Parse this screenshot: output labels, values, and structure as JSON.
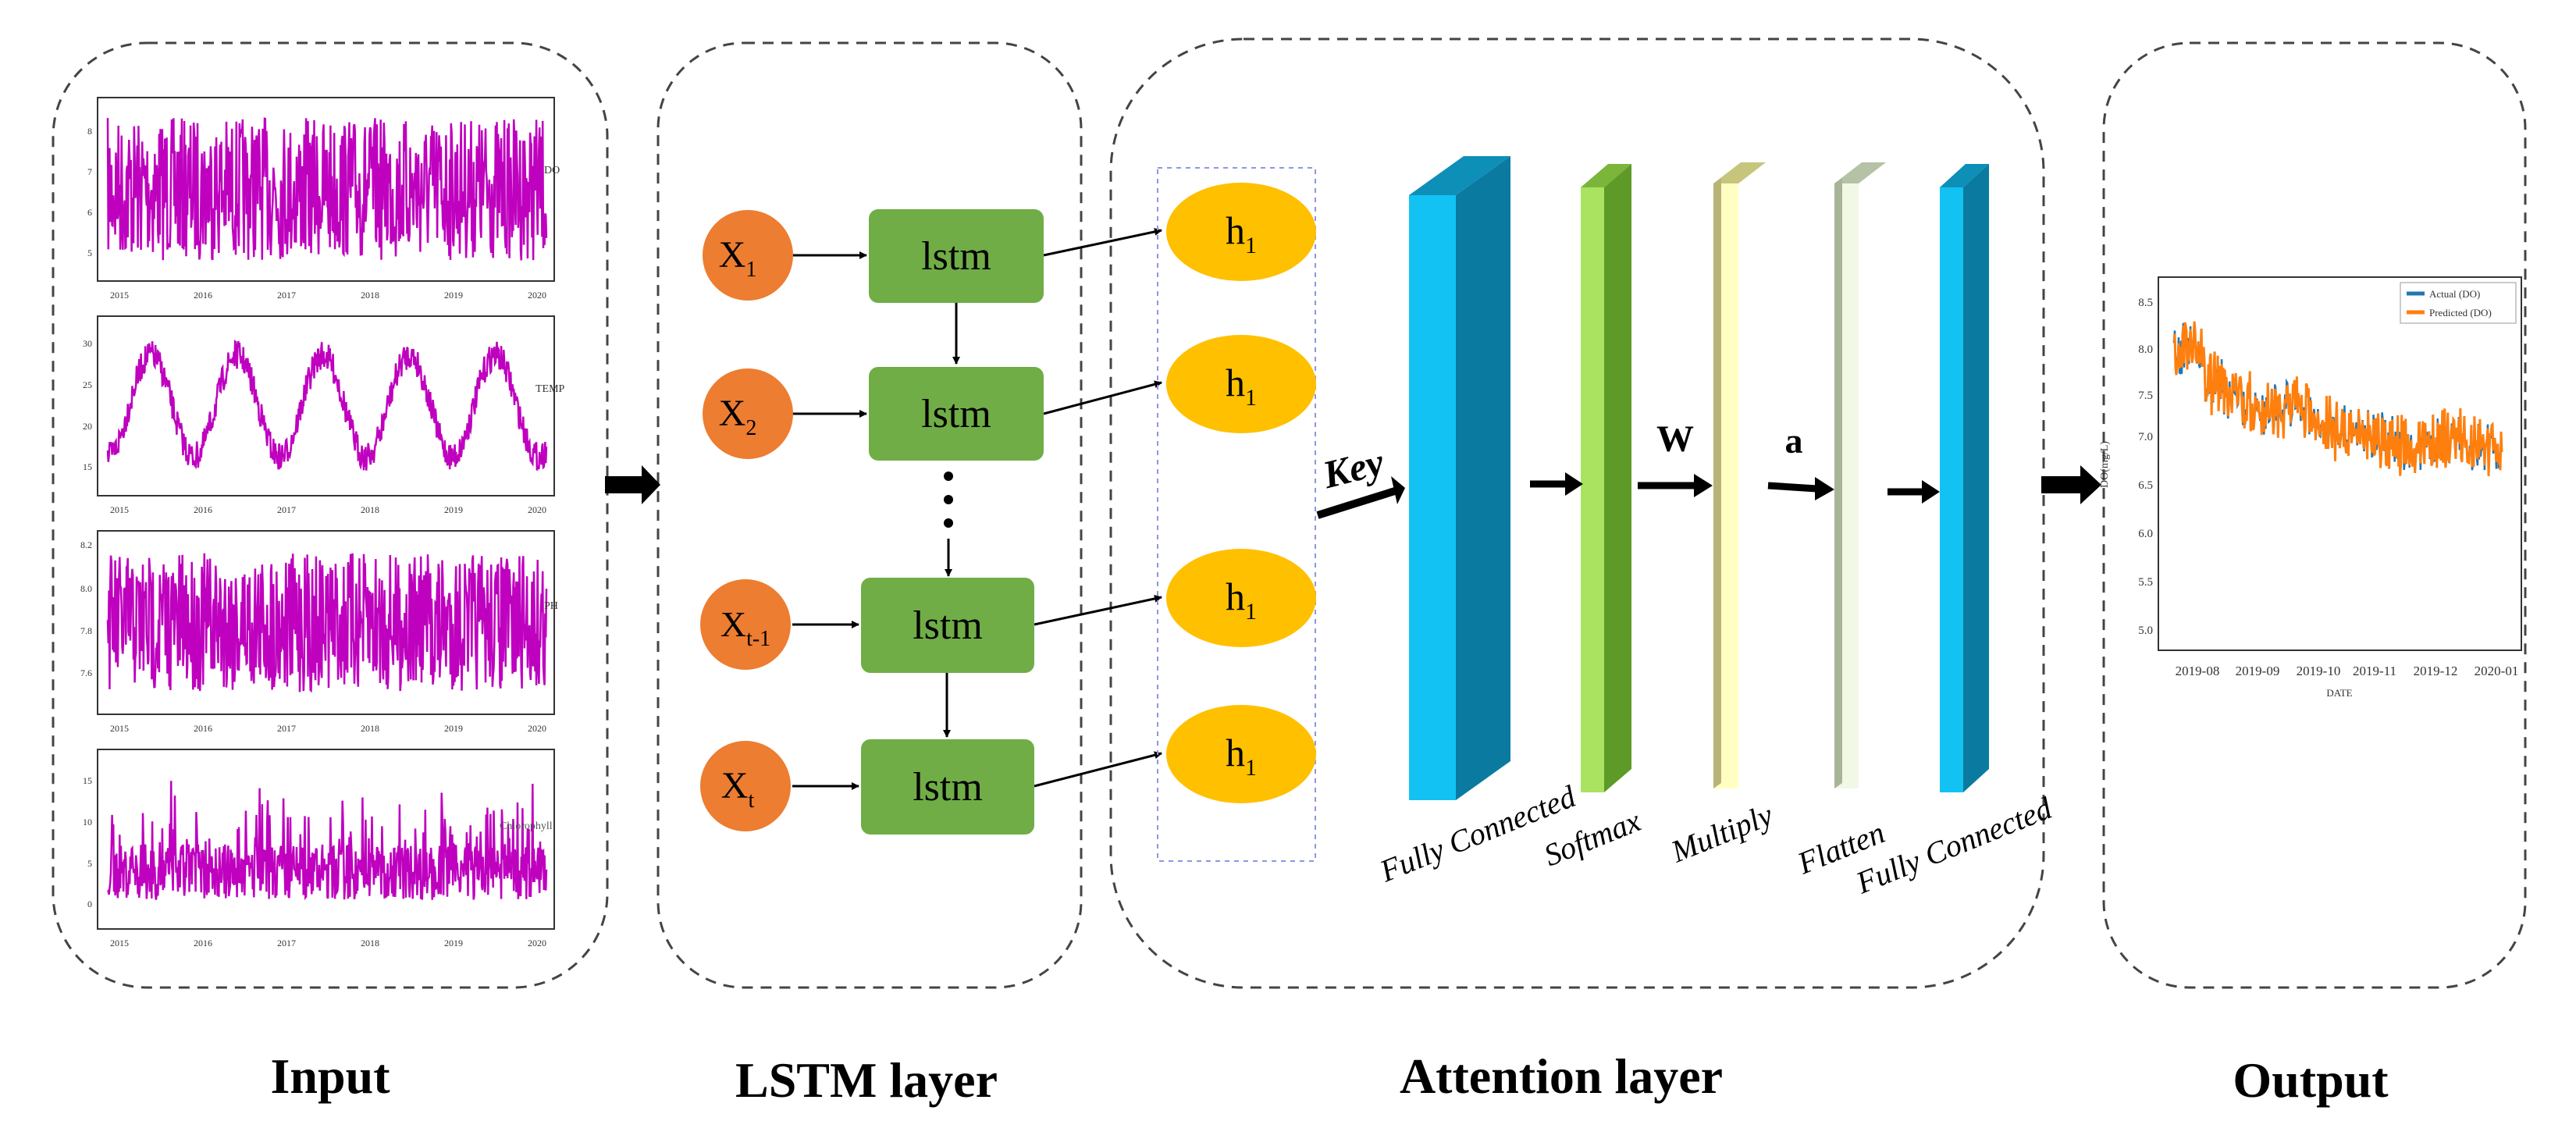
{
  "sections": {
    "input": {
      "title": "Input"
    },
    "lstm": {
      "title": "LSTM layer"
    },
    "attention": {
      "title": "Attention layer"
    },
    "output": {
      "title": "Output"
    }
  },
  "input_charts": [
    {
      "label": "DO",
      "y_ticks": [
        "5",
        "6",
        "7",
        "8"
      ],
      "x_ticks": [
        "2015",
        "2016",
        "2017",
        "2018",
        "2019",
        "2020"
      ]
    },
    {
      "label": "TEMP",
      "y_ticks": [
        "15",
        "20",
        "25",
        "30"
      ],
      "x_ticks": [
        "2015",
        "2016",
        "2017",
        "2018",
        "2019",
        "2020"
      ]
    },
    {
      "label": "PH",
      "y_ticks": [
        "7.6",
        "7.8",
        "8.0",
        "8.2"
      ],
      "x_ticks": [
        "2015",
        "2016",
        "2017",
        "2018",
        "2019",
        "2020"
      ]
    },
    {
      "label": "Chlorophyll",
      "y_ticks": [
        "0",
        "5",
        "10",
        "15"
      ],
      "x_ticks": [
        "2015",
        "2016",
        "2017",
        "2018",
        "2019",
        "2020"
      ]
    }
  ],
  "lstm": {
    "inputs": [
      {
        "base": "X",
        "sub": "1"
      },
      {
        "base": "X",
        "sub": "2"
      },
      {
        "base": "X",
        "sub": "t-1"
      },
      {
        "base": "X",
        "sub": "t"
      }
    ],
    "cell_label": "lstm",
    "hidden": {
      "base": "h",
      "sub": "1"
    }
  },
  "attention": {
    "arrow_labels": {
      "key": "Key",
      "w": "W",
      "a": "a"
    },
    "layers": [
      {
        "label": "Fully Connected",
        "color": "#12C2F2"
      },
      {
        "label": "Softmax",
        "color": "#A9E360"
      },
      {
        "label": "Multiply",
        "color": "#FFFFC2"
      },
      {
        "label": "Flatten",
        "color": "#F2F8E6"
      },
      {
        "label": "Fully Connected",
        "color": "#12C2F2"
      }
    ]
  },
  "output_chart": {
    "legend": [
      "Actual (DO)",
      "Predicted (DO)"
    ],
    "ylabel": "DO(mg/L)",
    "xlabel": "DATE",
    "y_ticks": [
      "5.0",
      "5.5",
      "6.0",
      "6.5",
      "7.0",
      "7.5",
      "8.0",
      "8.5"
    ],
    "x_ticks": [
      "2019-08",
      "2019-09",
      "2019-10",
      "2019-11",
      "2019-12",
      "2020-01"
    ]
  },
  "colors": {
    "input_series": "#BF00BF",
    "actual_series": "#1F77B4",
    "predicted_series": "#FF7F0E",
    "input_node": "#ED7D31",
    "lstm_cell": "#70AD47",
    "hidden_node": "#FFC000"
  }
}
